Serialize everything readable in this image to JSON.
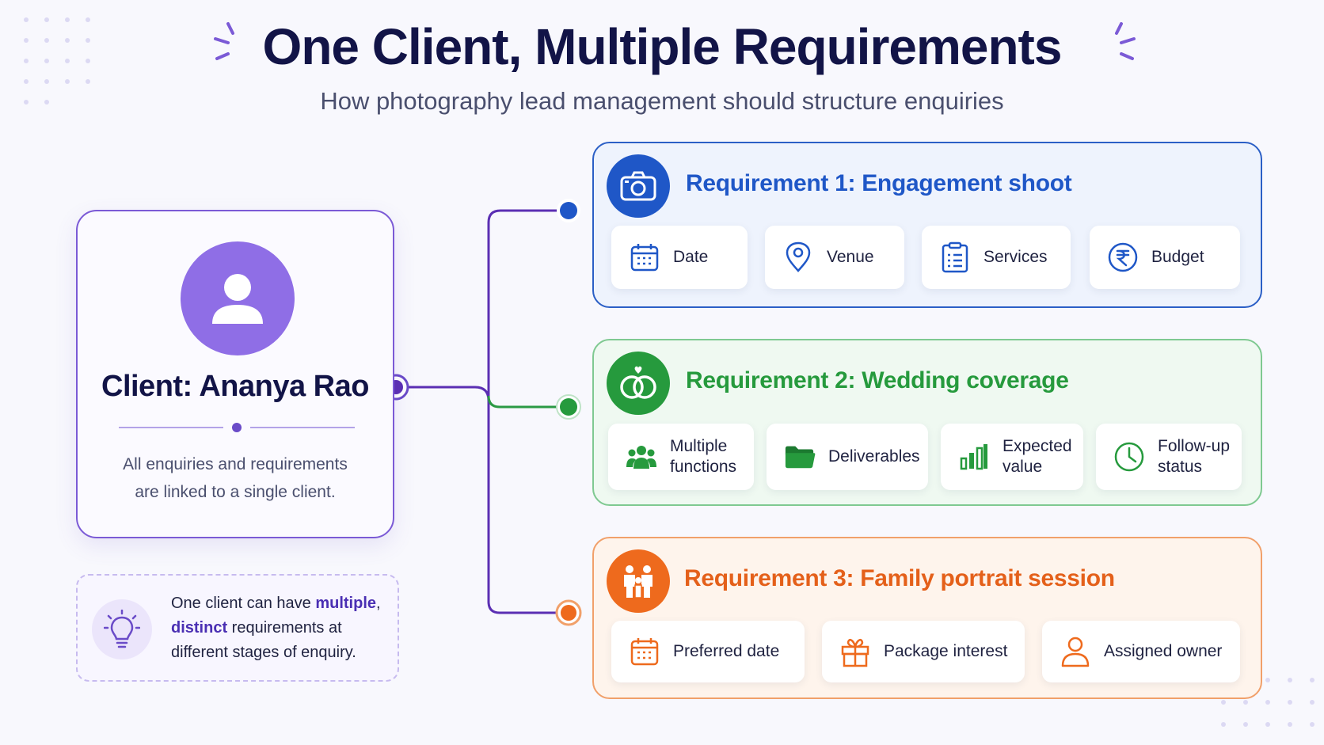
{
  "header": {
    "title": "One Client, Multiple Requirements",
    "subtitle": "How photography lead management should structure enquiries"
  },
  "client": {
    "name": "Client: Ananya Rao",
    "description_line1": "All enquiries and requirements",
    "description_line2": "are linked to a single client.",
    "icon": "user-icon"
  },
  "tip": {
    "icon": "lightbulb-icon",
    "text_before": "One client can have ",
    "highlight1": "multiple",
    "text_mid1": ", ",
    "highlight2": "distinct",
    "text_after": " requirements at different stages of enquiry."
  },
  "requirements": [
    {
      "title": "Requirement 1: Engagement shoot",
      "icon": "camera-icon",
      "color": "#1f57c7",
      "fields": [
        {
          "label": "Date",
          "icon": "calendar-icon"
        },
        {
          "label": "Venue",
          "icon": "location-pin-icon"
        },
        {
          "label": "Services",
          "icon": "checklist-icon"
        },
        {
          "label": "Budget",
          "icon": "rupee-icon"
        }
      ]
    },
    {
      "title": "Requirement 2: Wedding coverage",
      "icon": "rings-icon",
      "color": "#269a3d",
      "fields": [
        {
          "label_line1": "Multiple",
          "label_line2": "functions",
          "icon": "people-group-icon"
        },
        {
          "label": "Deliverables",
          "icon": "folder-icon"
        },
        {
          "label_line1": "Expected",
          "label_line2": "value",
          "icon": "bar-chart-icon"
        },
        {
          "label_line1": "Follow-up",
          "label_line2": "status",
          "icon": "clock-icon"
        }
      ]
    },
    {
      "title": "Requirement 3: Family portrait session",
      "icon": "family-icon",
      "color": "#ee6a1d",
      "fields": [
        {
          "label": "Preferred date",
          "icon": "calendar-icon"
        },
        {
          "label": "Package interest",
          "icon": "gift-icon"
        },
        {
          "label": "Assigned owner",
          "icon": "person-outline-icon"
        }
      ]
    }
  ]
}
